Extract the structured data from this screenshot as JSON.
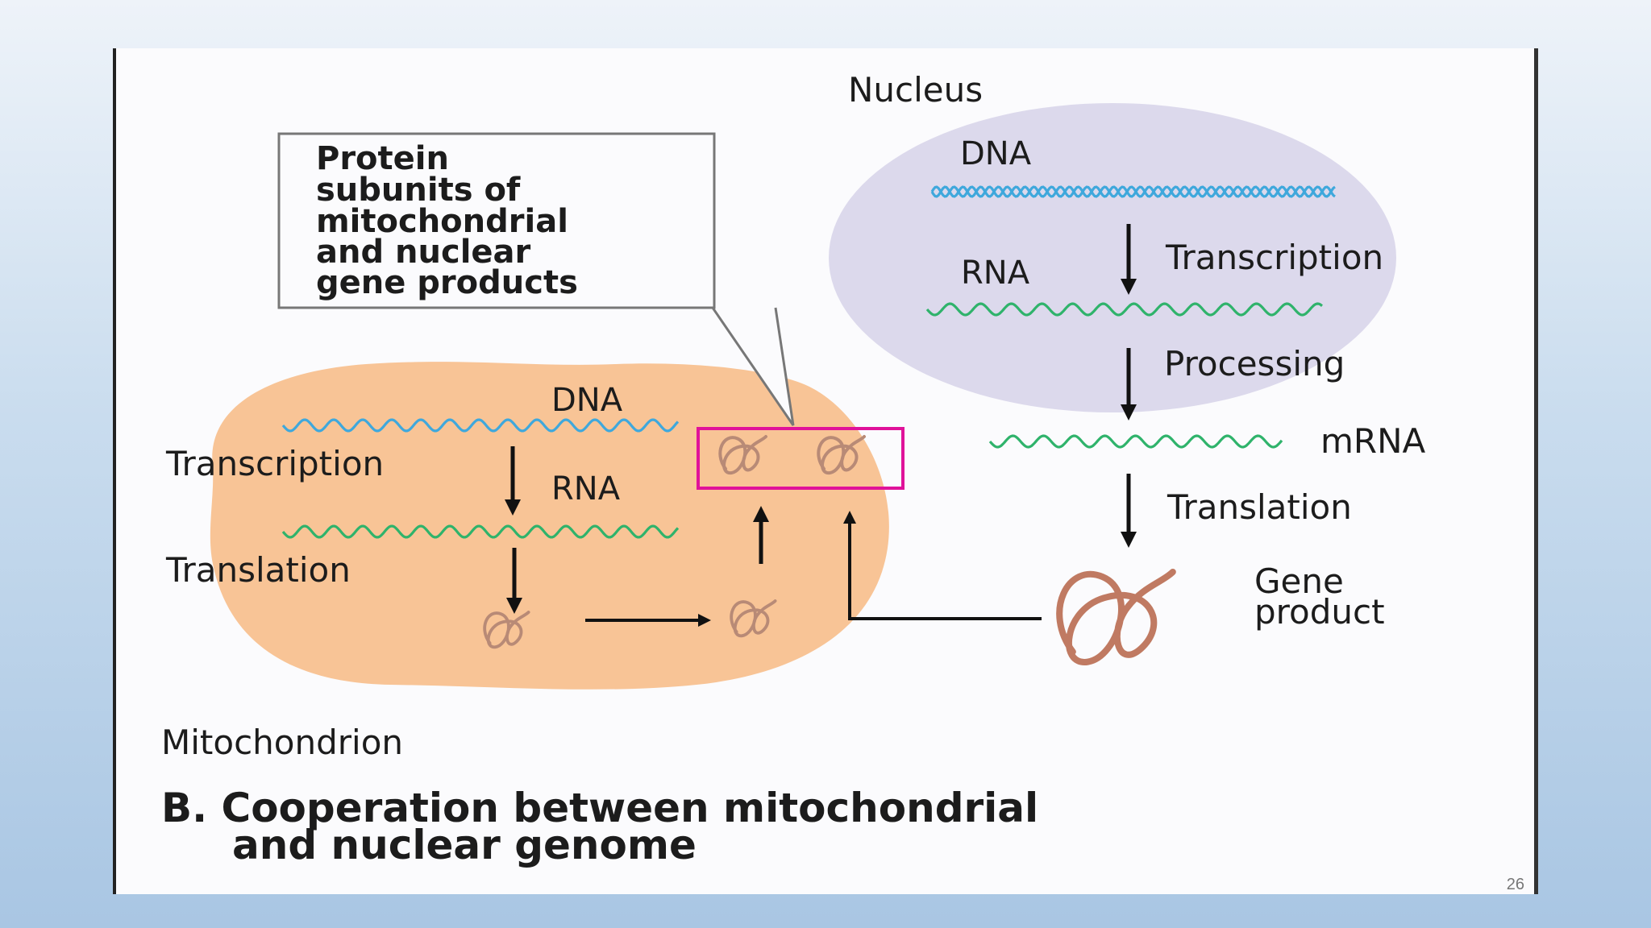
{
  "nucleus": {
    "title": "Nucleus",
    "dna": "DNA",
    "rna": "RNA",
    "transcription": "Transcription",
    "processing": "Processing",
    "mrna": "mRNA",
    "translation": "Translation",
    "gene_product": [
      "Gene",
      "product"
    ]
  },
  "mitochondrion": {
    "title": "Mitochondrion",
    "dna": "DNA",
    "rna": "RNA",
    "transcription": "Transcription",
    "translation": "Translation"
  },
  "callout": {
    "lines": [
      "Protein",
      "subunits of",
      "mitochondrial",
      "and nuclear",
      "gene products"
    ]
  },
  "caption": {
    "line1": "B. Cooperation between mitochondrial",
    "line2": "and nuclear genome"
  },
  "page_number": "26",
  "colors": {
    "nucleus_fill": "#dcd9ec",
    "mito_fill": "#f8c496",
    "dna_wave": "#3fa8dc",
    "rna_wave": "#2fb36b",
    "protein": "#c07a62",
    "highlight_box": "#e0129a"
  }
}
